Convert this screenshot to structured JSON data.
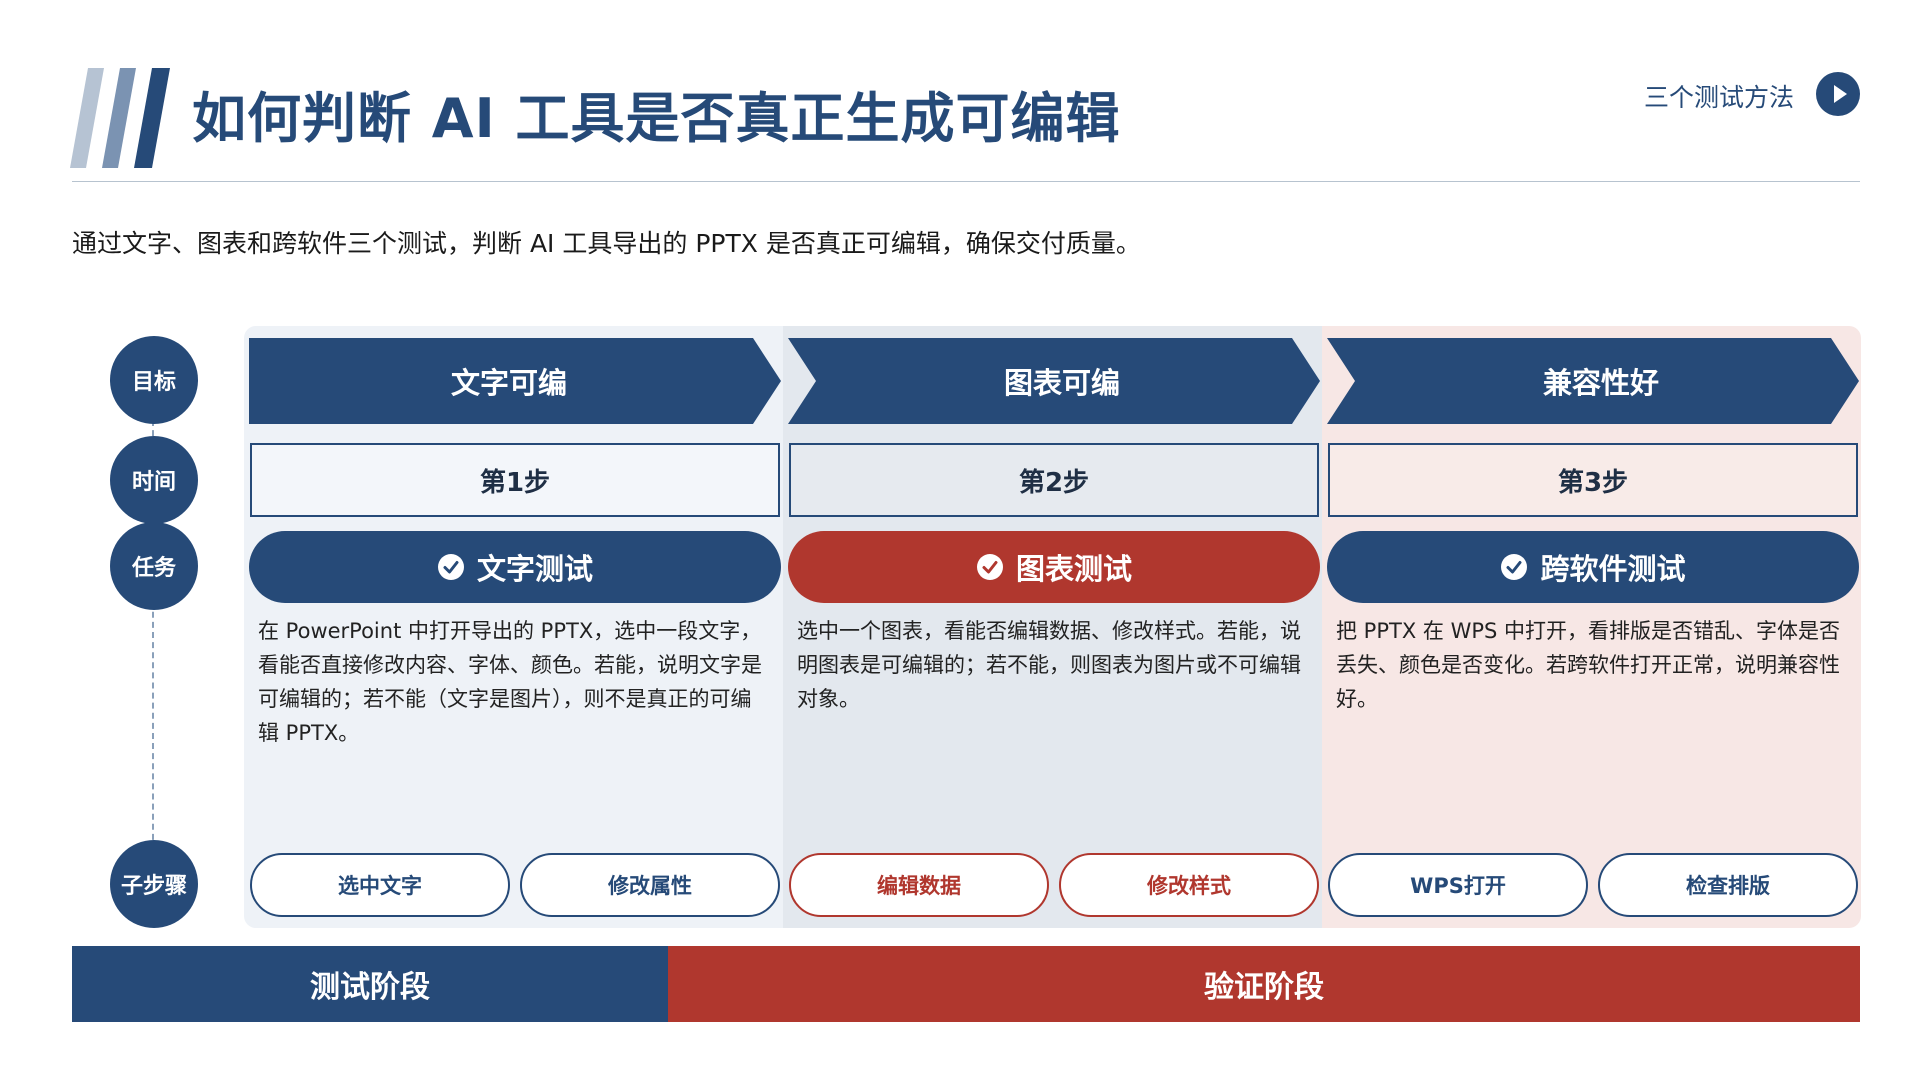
{
  "header": {
    "title": "如何判断 AI 工具是否真正生成可编辑",
    "nav_label": "三个测试方法",
    "nav_icon": "play-arrow-icon",
    "subtitle": "通过文字、图表和跨软件三个测试，判断 AI 工具导出的 PPTX 是否真正可编辑，确保交付质量。"
  },
  "row_labels": {
    "goal": "目标",
    "time": "时间",
    "task": "任务",
    "substeps": "子步骤"
  },
  "columns": [
    {
      "goal": "文字可编",
      "step": "第1步",
      "task": "文字测试",
      "task_color": "#264a78",
      "description": "在 PowerPoint 中打开导出的 PPTX，选中一段文字，看能否直接修改内容、字体、颜色。若能，说明文字是可编辑的；若不能（文字是图片），则不是真正的可编辑 PPTX。",
      "substeps": [
        "选中文字",
        "修改属性"
      ]
    },
    {
      "goal": "图表可编",
      "step": "第2步",
      "task": "图表测试",
      "task_color": "#b0372e",
      "description": "选中一个图表，看能否编辑数据、修改样式。若能，说明图表是可编辑的；若不能，则图表为图片或不可编辑对象。",
      "substeps": [
        "编辑数据",
        "修改样式"
      ]
    },
    {
      "goal": "兼容性好",
      "step": "第3步",
      "task": "跨软件测试",
      "task_color": "#264a78",
      "description": "把 PPTX 在 WPS 中打开，看排版是否错乱、字体是否丢失、颜色是否变化。若跨软件打开正常，说明兼容性好。",
      "substeps": [
        "WPS打开",
        "检查排版"
      ]
    }
  ],
  "phases": [
    "测试阶段",
    "验证阶段"
  ],
  "colors": {
    "navy": "#264a78",
    "red": "#b0372e",
    "col1_bg": "#eef2f7",
    "col2_bg": "#e3e8ee",
    "col3_bg": "#f7e7e5"
  }
}
